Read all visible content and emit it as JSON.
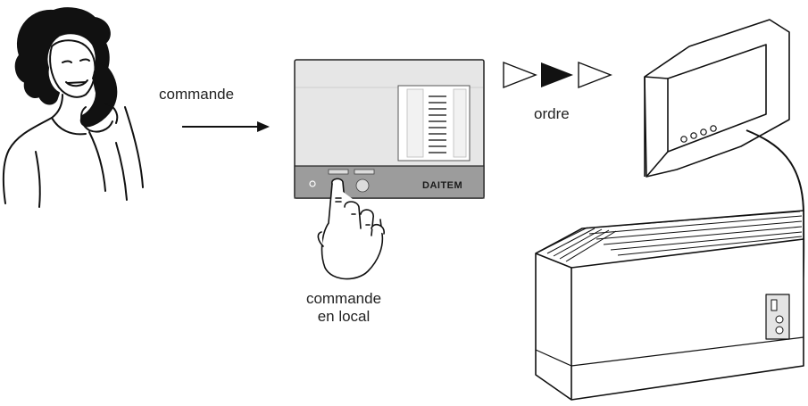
{
  "labels": {
    "phone_command": "commande",
    "order": "ordre",
    "local_command_line1": "commande",
    "local_command_line2": "en local"
  },
  "device": {
    "brand": "DAITEM"
  },
  "colors": {
    "panel_body": "#e6e6e6",
    "panel_base": "#9c9c9c",
    "ink": "#111111",
    "arrow_fill": "#111111"
  }
}
